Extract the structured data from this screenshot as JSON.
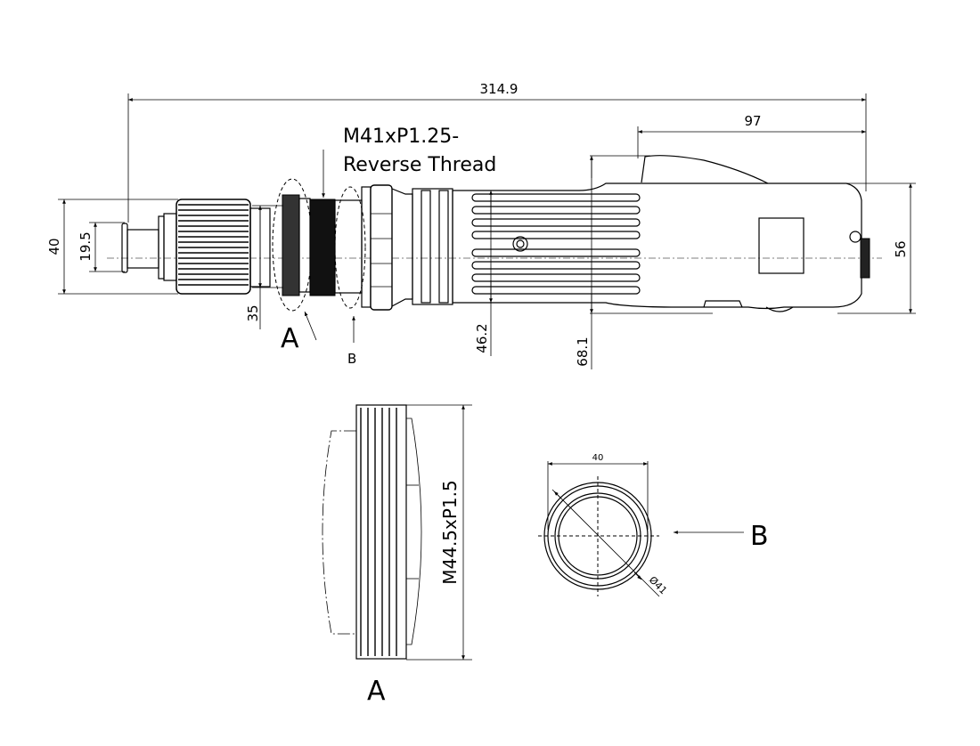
{
  "dimensions": {
    "overall_length": "314.9",
    "rear_length": "97",
    "thread_note_line1": "M41xP1.25-",
    "thread_note_line2": "Reverse Thread",
    "front_diameter": "40",
    "bit_diameter": "19.5",
    "nose_diameter": "35",
    "grip_height": "46.2",
    "total_height": "68.1",
    "rear_height": "56"
  },
  "callouts": {
    "detail_a_label": "A",
    "detail_b_label": "B"
  },
  "detail_a": {
    "thread_spec": "M44.5xP1.5",
    "label": "A"
  },
  "detail_b": {
    "width": "40",
    "diameter": "Ø41",
    "label": "B"
  }
}
